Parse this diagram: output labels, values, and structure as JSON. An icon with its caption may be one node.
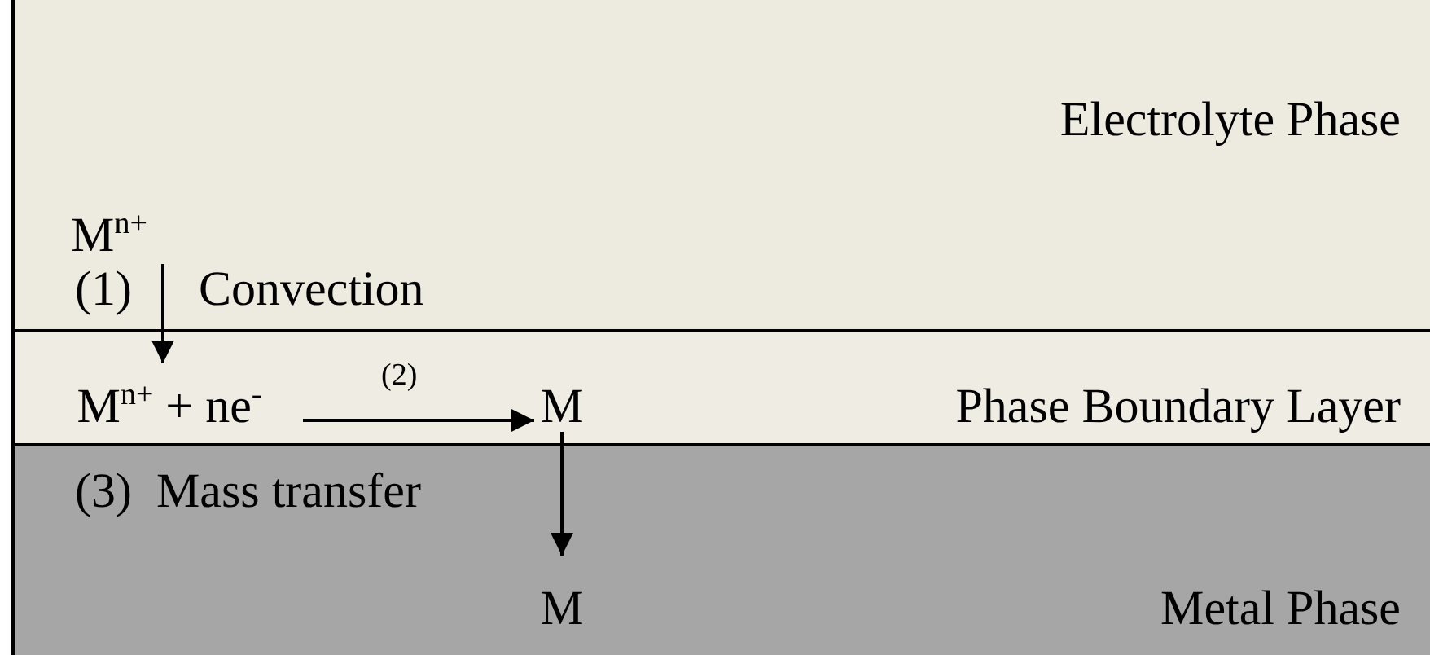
{
  "diagram": {
    "nodes": [
      {
        "text": [
          "Electrolyte Phase"
        ]
      },
      {
        "text": [
          "Phase Boundary Layer"
        ]
      },
      {
        "text": [
          "Metal Phase"
        ]
      },
      {
        "text": [
          "M$^{n+}$"
        ],
        "in": 0
      },
      {
        "text": [
          "M$^{n+}$ + ne$^{-}$"
        ],
        "in": 1
      },
      {
        "text": [
          "M"
        ],
        "in": 1
      },
      {
        "text": [
          "M"
        ],
        "in": 2
      }
    ],
    "edges": [
      {
        "from": 3,
        "to": 4,
        "arrow": "to",
        "label": "(1)"
      },
      {
        "from": 4,
        "to": 5,
        "arrow": "to",
        "label": "(2)"
      },
      {
        "from": 5,
        "to": 6,
        "arrow": "to",
        "label": "(3)  Mass transfer"
      }
    ],
    "labels": [
      "Convection"
    ]
  }
}
